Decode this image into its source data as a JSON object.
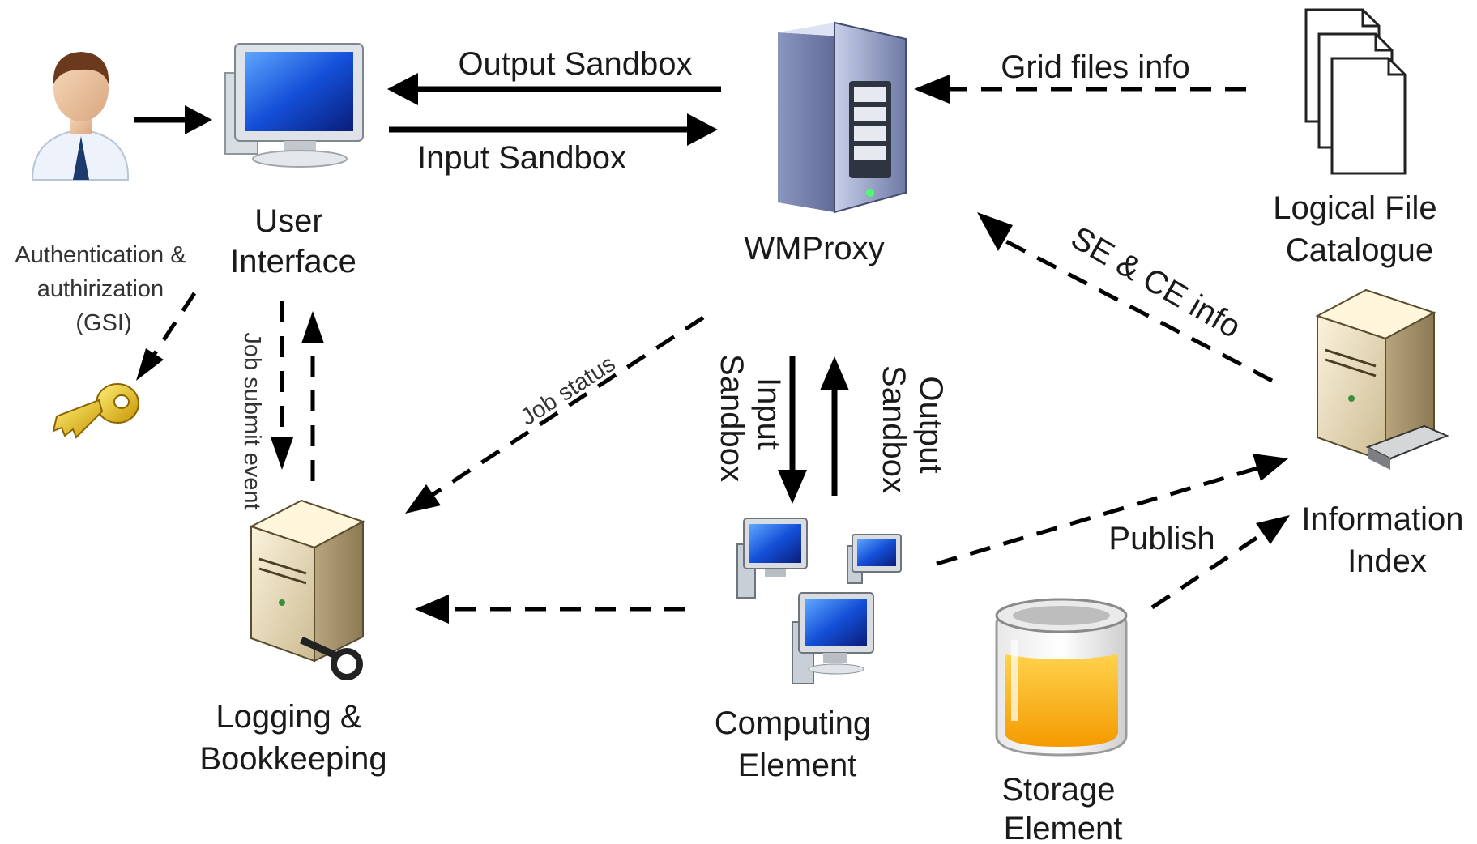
{
  "nodes": {
    "user_interface": [
      "User",
      "Interface"
    ],
    "wmproxy": "WMProxy",
    "logical_file_catalogue": [
      "Logical File",
      "Catalogue"
    ],
    "information_index": [
      "Information",
      "Index"
    ],
    "logging_bookkeeping": [
      "Logging &",
      "Bookkeeping"
    ],
    "computing_element": [
      "Computing",
      "Element"
    ],
    "storage_element": [
      "Storage",
      "Element"
    ]
  },
  "labels": {
    "authentication": [
      "Authentication &",
      "authirization",
      "(GSI)"
    ],
    "output_sandbox_top": "Output Sandbox",
    "input_sandbox_top": "Input Sandbox",
    "grid_files_info": "Grid files info",
    "se_ce_info": "SE & CE info",
    "job_status": "Job status",
    "job_submit_event": "Job submit event",
    "ce_input_sandbox": [
      "Input",
      "Sandbox"
    ],
    "ce_output_sandbox": [
      "Output",
      "Sandbox"
    ],
    "publish": "Publish"
  },
  "icons": {
    "user": "user-person-icon",
    "ui_computer": "desktop-computer-icon",
    "wmproxy_server": "tower-server-icon",
    "catalogue": "document-stack-icon",
    "info_server": "server-with-card-icon",
    "lb_server": "server-with-key-icon",
    "key": "key-icon",
    "ce_computers": "computer-cluster-icon",
    "storage": "storage-jar-icon"
  }
}
